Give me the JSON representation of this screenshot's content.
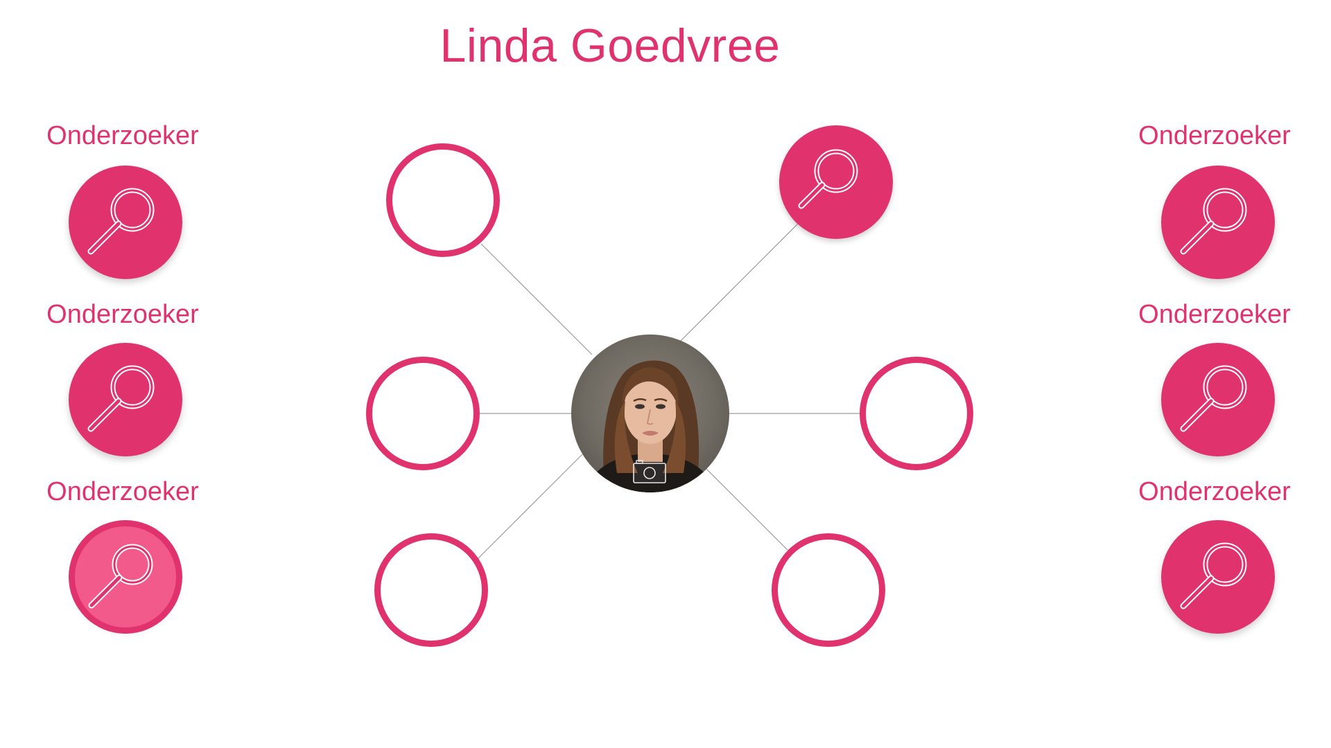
{
  "header": {
    "title": "Linda Goedvree"
  },
  "left_column": {
    "items": [
      {
        "label": "Onderzoeker",
        "icon": "magnifier-icon",
        "active": false
      },
      {
        "label": "Onderzoeker",
        "icon": "magnifier-icon",
        "active": false
      },
      {
        "label": "Onderzoeker",
        "icon": "magnifier-icon",
        "active": true
      }
    ]
  },
  "right_column": {
    "items": [
      {
        "label": "Onderzoeker",
        "icon": "magnifier-icon"
      },
      {
        "label": "Onderzoeker",
        "icon": "magnifier-icon"
      },
      {
        "label": "Onderzoeker",
        "icon": "magnifier-icon"
      }
    ]
  },
  "center": {
    "avatar_icon": "camera-icon",
    "nodes": [
      {
        "name": "top-left",
        "state": "empty"
      },
      {
        "name": "top-right",
        "state": "filled",
        "icon": "magnifier-icon"
      },
      {
        "name": "middle-left",
        "state": "empty"
      },
      {
        "name": "middle-right",
        "state": "empty"
      },
      {
        "name": "bottom-left",
        "state": "empty"
      },
      {
        "name": "bottom-right",
        "state": "empty"
      }
    ]
  },
  "colors": {
    "accent": "#e0336e",
    "accent_light": "#f35a8c",
    "line": "#9a9a9a",
    "background": "#ffffff"
  }
}
